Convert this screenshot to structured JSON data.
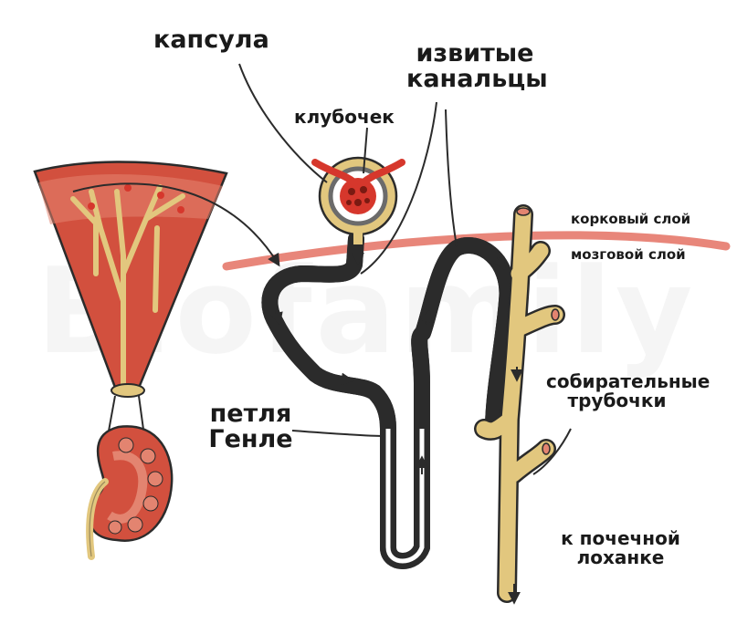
{
  "labels": {
    "capsule": "капсула",
    "glomerulus": "клубочек",
    "convoluted_tubules_line1": "извитые",
    "convoluted_tubules_line2": "канальцы",
    "cortex": "корковый слой",
    "medulla": "мозговой слой",
    "henle_loop_line1": "петля",
    "henle_loop_line2": "Генле",
    "collecting_ducts_line1": "собирательные",
    "collecting_ducts_line2": "трубочки",
    "to_pelvis_line1": "к почечной",
    "to_pelvis_line2": "лоханке"
  },
  "watermark": "Biofamily",
  "colors": {
    "tubule": "#E2C77E",
    "outline": "#2b2b2b",
    "tissue": "#D2503E",
    "tissue_light": "#E38470",
    "boundary": "#E8867A",
    "vessel": "#D6372C"
  }
}
